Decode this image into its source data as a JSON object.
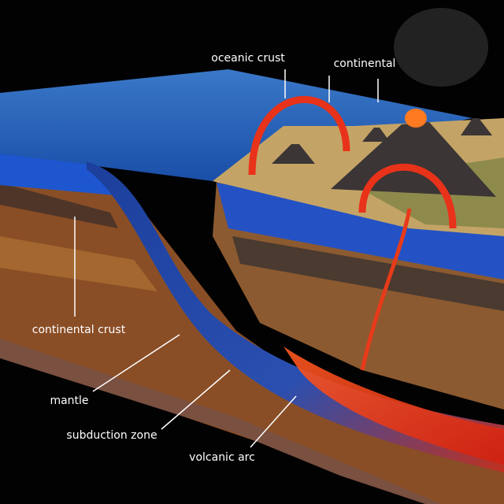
{
  "labels": {
    "oceanic_crust": "oceanic crust",
    "continental": "continental",
    "continental_crust": "continental crust",
    "mantle": "mantle",
    "subduction_zone": "subduction zone",
    "volcanic_arc": "volcanic arc"
  },
  "colors": {
    "ocean": "#1f5fb8",
    "ocean_side": "#1a4fcf",
    "crust_brown": "#9a5a2c",
    "magma": "#f0401a",
    "land": "#c9a96a",
    "background": "#000000"
  }
}
